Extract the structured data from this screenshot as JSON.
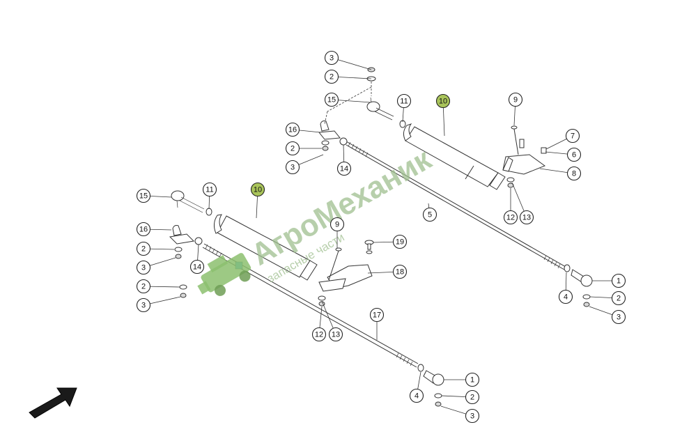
{
  "watermark": {
    "brand": "АгроМеханик",
    "tagline": "запасные части",
    "logo_icon": "combine-harvester-icon",
    "color": "#5aa04a"
  },
  "direction_arrow_icon": "travel-direction-arrow-icon",
  "highlight_color": "#a9c45a",
  "callouts": [
    {
      "label": "3"
    },
    {
      "label": "2"
    },
    {
      "label": "15"
    },
    {
      "label": "11"
    },
    {
      "label": "10",
      "highlight": true
    },
    {
      "label": "9"
    },
    {
      "label": "16"
    },
    {
      "label": "2"
    },
    {
      "label": "3"
    },
    {
      "label": "14"
    },
    {
      "label": "7"
    },
    {
      "label": "6"
    },
    {
      "label": "8"
    },
    {
      "label": "12"
    },
    {
      "label": "13"
    },
    {
      "label": "5"
    },
    {
      "label": "15"
    },
    {
      "label": "11"
    },
    {
      "label": "10",
      "highlight": true
    },
    {
      "label": "16"
    },
    {
      "label": "9"
    },
    {
      "label": "19"
    },
    {
      "label": "2"
    },
    {
      "label": "3"
    },
    {
      "label": "14"
    },
    {
      "label": "18"
    },
    {
      "label": "2"
    },
    {
      "label": "3"
    },
    {
      "label": "12"
    },
    {
      "label": "13"
    },
    {
      "label": "17"
    },
    {
      "label": "1"
    },
    {
      "label": "4"
    },
    {
      "label": "2"
    },
    {
      "label": "3"
    },
    {
      "label": "1"
    },
    {
      "label": "4"
    },
    {
      "label": "2"
    },
    {
      "label": "3"
    }
  ]
}
